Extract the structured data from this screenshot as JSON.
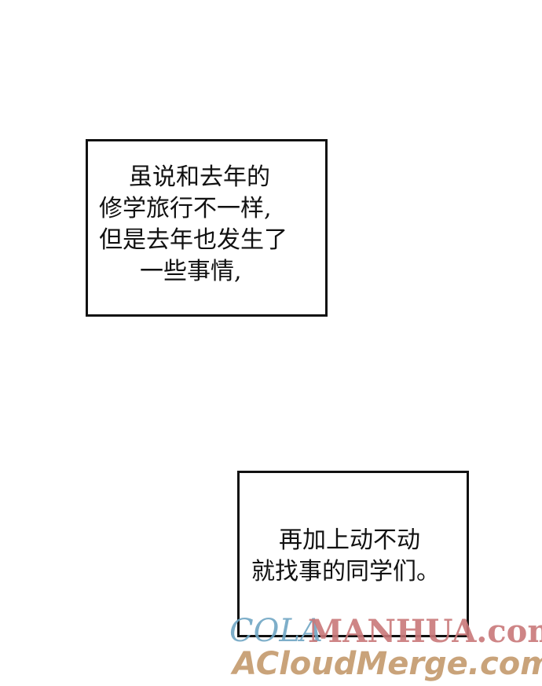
{
  "caption_box_1": {
    "lines": [
      "虽说和去年的",
      "修学旅行不一样,",
      "但是去年也发生了",
      "一些事情,"
    ]
  },
  "caption_box_2": {
    "lines": [
      "再加上动不动",
      "就找事的同学们。"
    ]
  },
  "watermark": {
    "cola": "COLA",
    "manhua": "MANHUA.com",
    "second": "ACloudMerge.com"
  }
}
